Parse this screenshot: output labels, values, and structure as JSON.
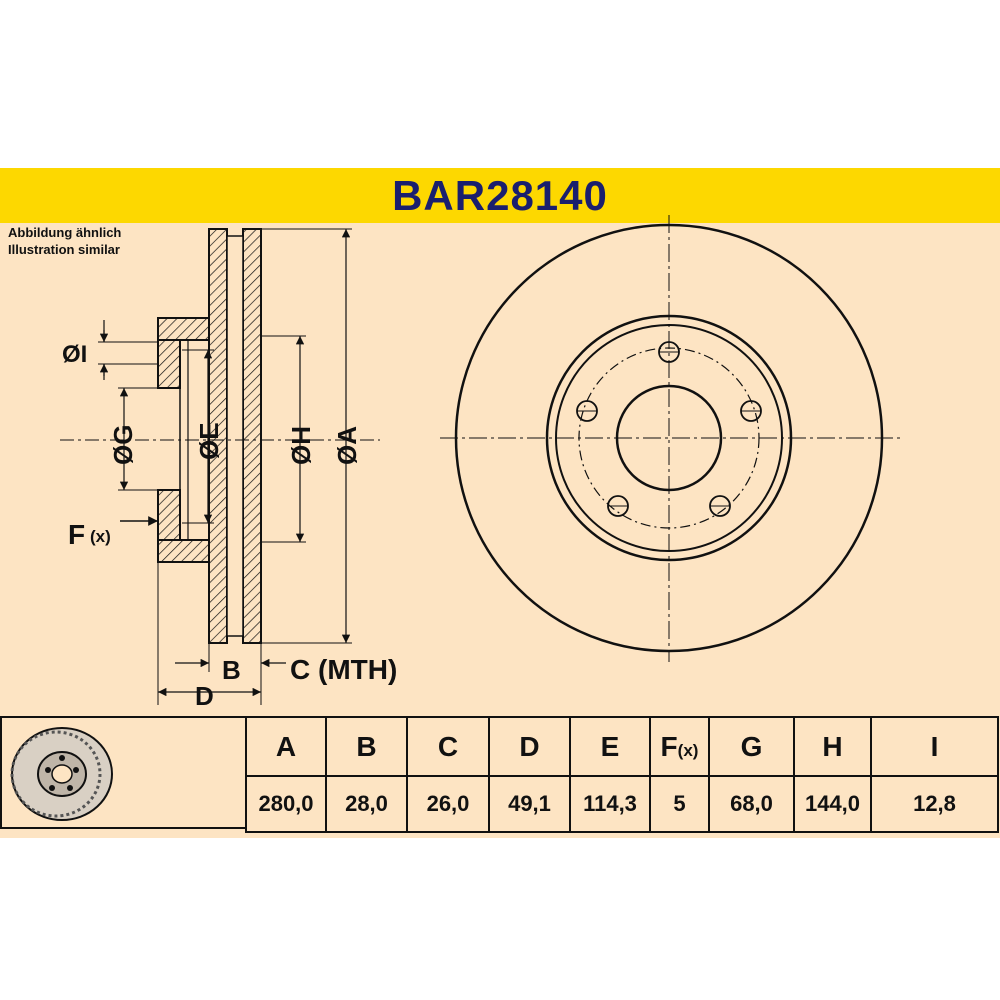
{
  "header": {
    "title": "BAR28140"
  },
  "note": {
    "line_de": "Abbildung ähnlich",
    "line_en": "Illustration similar"
  },
  "labels": {
    "dia_i": "ØI",
    "dia_g": "ØG",
    "dia_e": "ØE",
    "dia_h": "ØH",
    "dia_a": "ØA",
    "f_main": "F",
    "f_sub": "(x)",
    "b": "B",
    "c": "C (MTH)",
    "d": "D"
  },
  "table": {
    "headers": [
      "A",
      "B",
      "C",
      "D",
      "E",
      "F",
      "G",
      "H",
      "I"
    ],
    "header_suffix_f": "(x)",
    "values": [
      "280,0",
      "28,0",
      "26,0",
      "49,1",
      "114,3",
      "5",
      "68,0",
      "144,0",
      "12,8"
    ]
  },
  "colors": {
    "banner": "#fdd800",
    "title": "#1a1f6e",
    "panel": "#fde4c3",
    "line": "#111111"
  }
}
